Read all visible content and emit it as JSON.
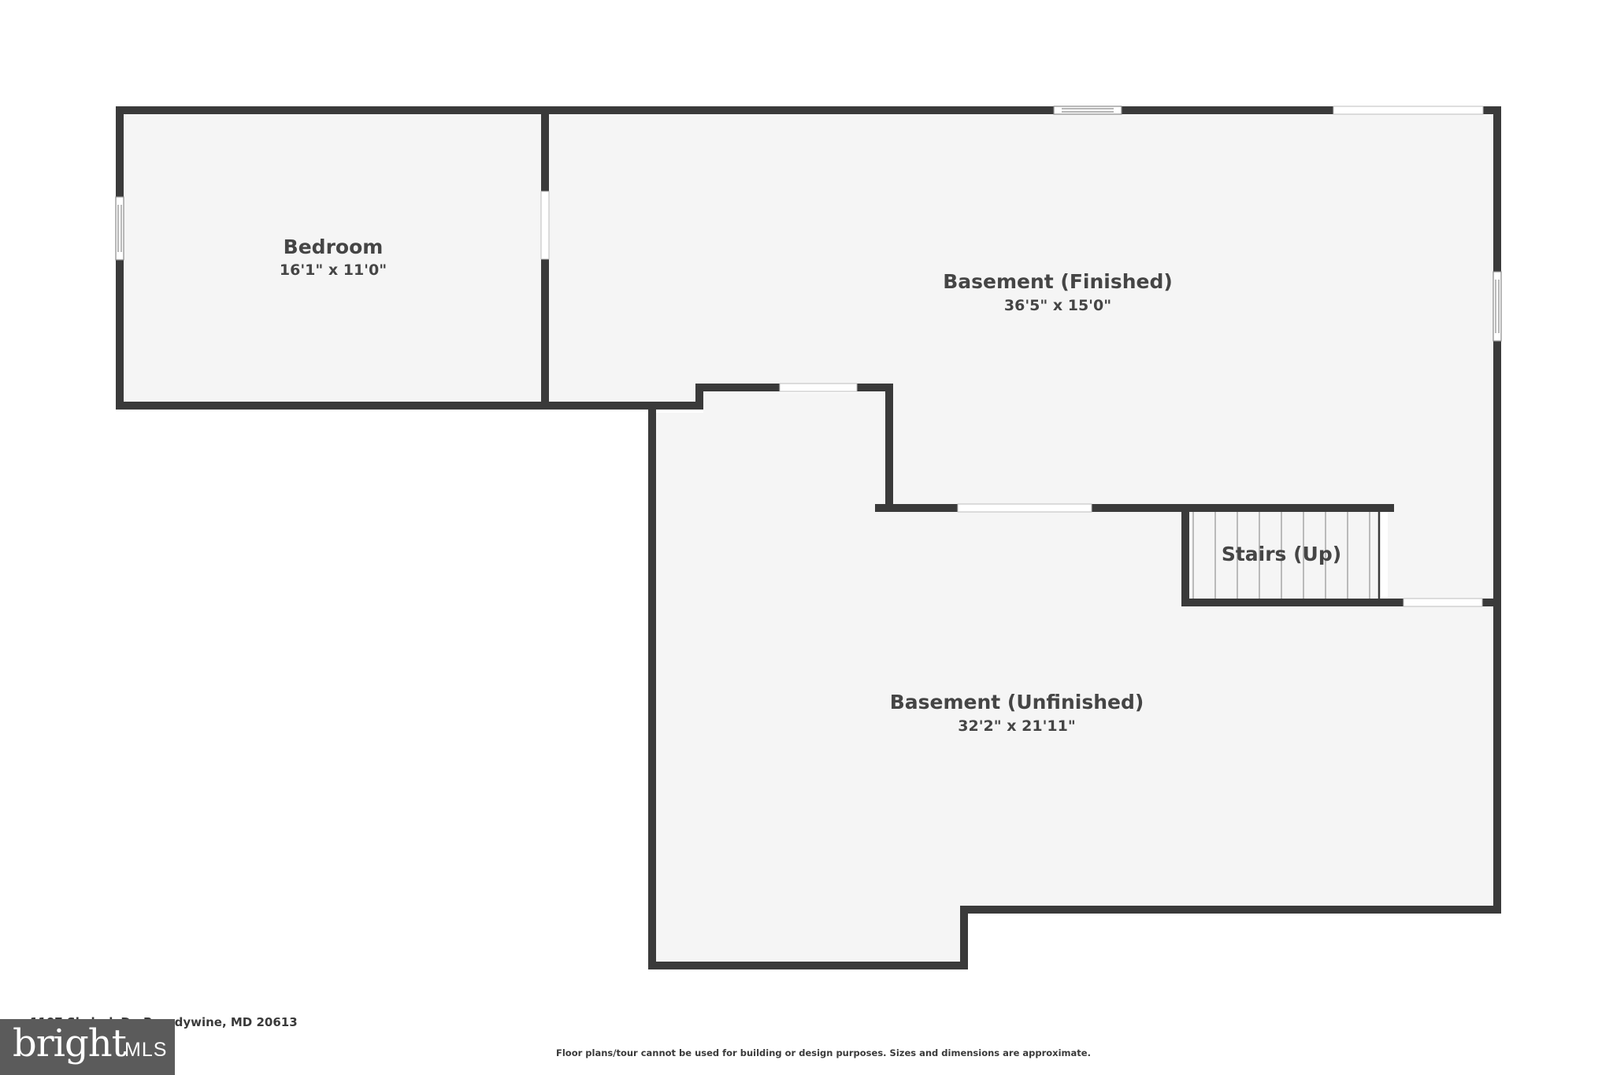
{
  "rooms": {
    "bedroom": {
      "name": "Bedroom",
      "dimensions": "16'1\" x 11'0\""
    },
    "basement_finished": {
      "name": "Basement (Finished)",
      "dimensions": "36'5\" x 15'0\""
    },
    "stairs": {
      "name": "Stairs (Up)"
    },
    "basement_unfinished": {
      "name": "Basement (Unfinished)",
      "dimensions": "32'2\" x 21'11\""
    }
  },
  "footer": {
    "address": "1107 Skylark Dr, Brandywine, MD 20613",
    "disclaimer": "Floor plans/tour cannot be used for building or design purposes. Sizes and dimensions are approximate."
  },
  "logo": {
    "brand": "bright",
    "suffix": "MLS"
  },
  "colors": {
    "wall": "#3a3a3a",
    "floor": "#f5f5f5",
    "text": "#454545",
    "logo_bg": "#5b5b5b"
  }
}
